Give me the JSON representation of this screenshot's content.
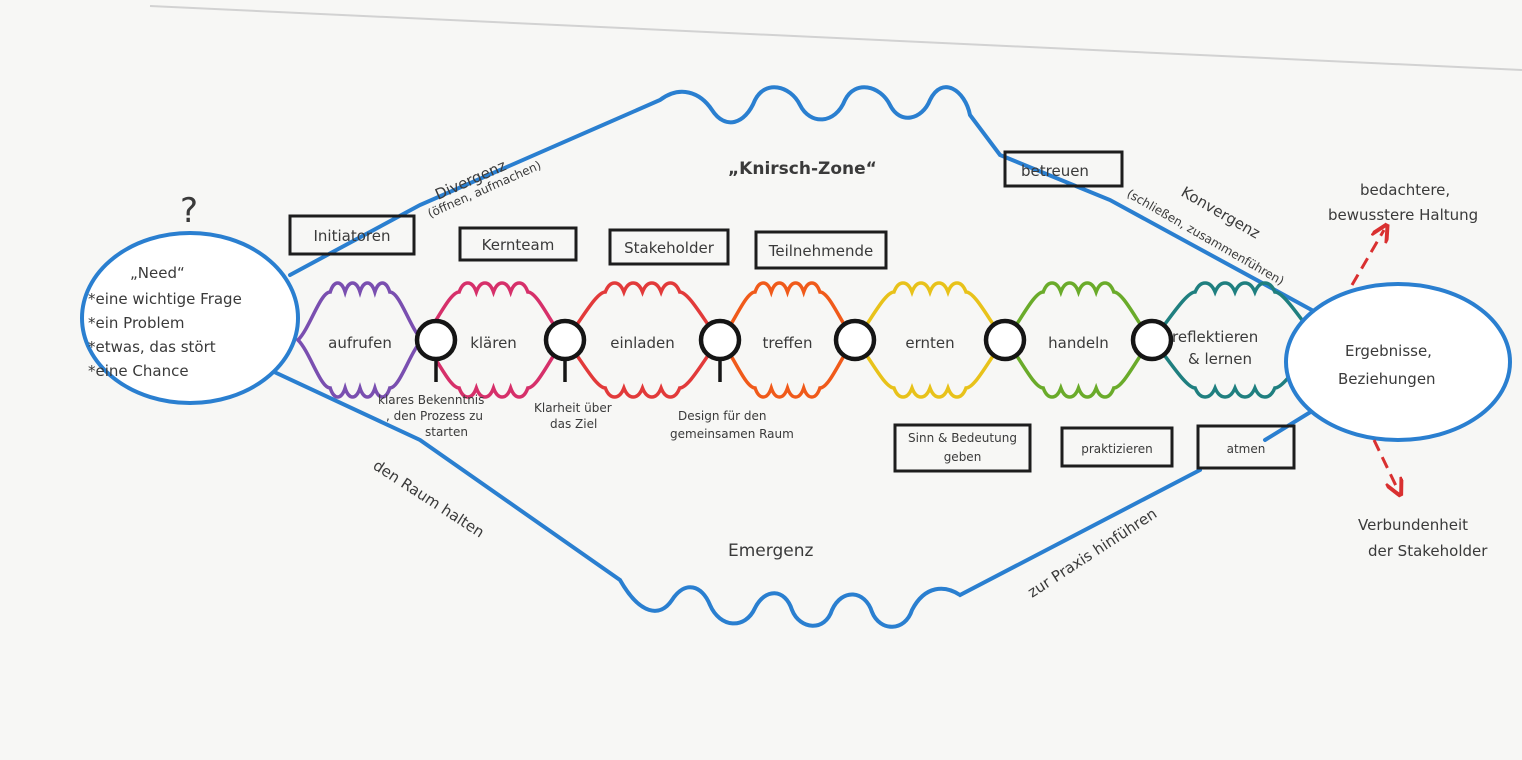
{
  "colors": {
    "paper": "#f7f7f5",
    "blue": "#2a7fd0",
    "violet": "#7a4fb0",
    "magenta": "#d6306a",
    "red": "#e23a3a",
    "orange": "#f05a1a",
    "yellow": "#e8c21a",
    "green": "#6aab2a",
    "teal": "#1f7f7f",
    "ink": "#1d1d1d",
    "arrow": "#d93030"
  },
  "question_mark": "?",
  "need": {
    "title": "„Need“",
    "items": [
      "*eine wichtige Frage",
      "*ein Problem",
      "*etwas, das stört",
      "*eine Chance"
    ]
  },
  "top_curve": {
    "divergence_label": "Divergenz",
    "divergence_sub": "(öffnen, aufmachen)",
    "zone_label": "„Knirsch-Zone“",
    "convergence_label": "Konvergenz",
    "convergence_sub": "(schließen, zusammenführen)"
  },
  "bottom_curve": {
    "left_label": "den Raum halten",
    "center_label": "Emergenz",
    "right_label": "zur Praxis hinführen"
  },
  "phases": [
    {
      "label": "aufrufen",
      "color": "violet",
      "box": "Initiatoren"
    },
    {
      "label": "klären",
      "color": "magenta",
      "box": "Kernteam"
    },
    {
      "label": "einladen",
      "color": "red",
      "box": "Stakeholder"
    },
    {
      "label": "treffen",
      "color": "orange",
      "box": "Teilnehmende"
    },
    {
      "label": "ernten",
      "color": "yellow",
      "box": "Sinn & Bedeutung geben"
    },
    {
      "label": "handeln",
      "color": "green",
      "box": "praktizieren"
    },
    {
      "label": "reflektieren & lernen",
      "color": "teal",
      "box": "atmen"
    }
  ],
  "betreuen": "betreuen",
  "milestones": [
    "klares Bekenntnis, den Prozess zu starten",
    "Klarheit über das Ziel",
    "Design für den gemeinsamen Raum"
  ],
  "result": "Ergebnisse, Beziehungen",
  "outcomes": {
    "top": "bedachtere, bewusstere Haltung",
    "bottom": "Verbundenheit der Stakeholder"
  },
  "icons": [
    "question-mark-icon",
    "arrow-up-right-icon",
    "arrow-down-right-icon"
  ]
}
